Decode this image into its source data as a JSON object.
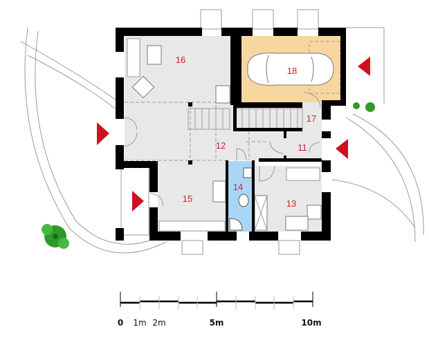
{
  "floor_plan": {
    "rooms": [
      {
        "id": "16",
        "label": "16"
      },
      {
        "id": "18",
        "label": "18"
      },
      {
        "id": "17",
        "label": "17"
      },
      {
        "id": "12",
        "label": "12"
      },
      {
        "id": "11",
        "label": "11"
      },
      {
        "id": "14",
        "label": "14"
      },
      {
        "id": "15",
        "label": "15"
      },
      {
        "id": "13",
        "label": "13"
      }
    ],
    "colors": {
      "floor": "#e8e8e8",
      "garage": "#f8d6a0",
      "bathroom": "#a9d6f5",
      "label": "#d0202a",
      "entrance_marker": "#d0101e",
      "plant": "#2f9a2a"
    }
  },
  "scale_bar": {
    "labels": [
      "0",
      "1m",
      "2m",
      "5m",
      "10m"
    ]
  }
}
